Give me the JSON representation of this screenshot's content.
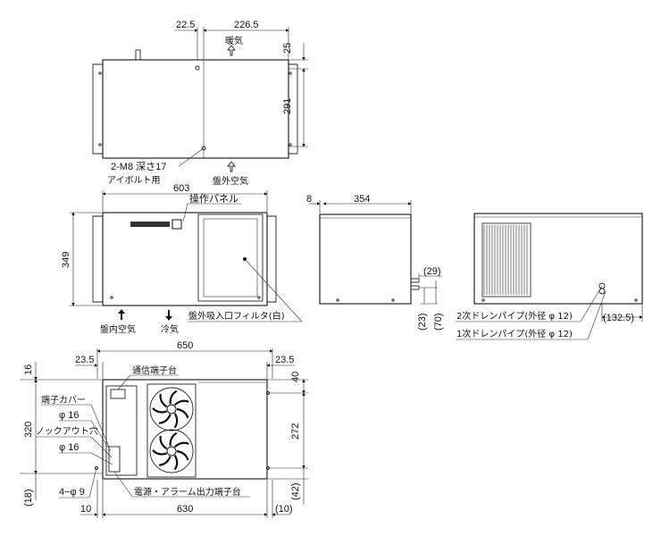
{
  "dims": {
    "top_22_5": "22.5",
    "top_226_5": "226.5",
    "top_25": "25",
    "top_291": "291",
    "front_603": "603",
    "front_349": "349",
    "side_8": "8",
    "side_354": "354",
    "side_29": "(29)",
    "side_23": "(23)",
    "side_70": "(70)",
    "rear_132_5": "(132.5)",
    "bot_650": "650",
    "bot_23_5_left": "23.5",
    "bot_23_5_right": "23.5",
    "bot_16": "16",
    "bot_40": "40",
    "bot_320": "320",
    "bot_272": "272",
    "bot_18": "(18)",
    "bot_42": "(42)",
    "bot_10_left": "10",
    "bot_10_right": "(10)",
    "bot_630": "630"
  },
  "labels": {
    "warm_air": "暖気",
    "outside_air_top": "盤外空気",
    "eyebolt_screw": "2-M8 深さ17",
    "eyebolt_use": "アイボルト用",
    "control_panel": "操作パネル",
    "inside_air": "盤内空気",
    "cold_air": "冷気",
    "filter": "盤外吸入口フィルタ(白)",
    "drain_2": "2次ドレンパイプ(外径 φ 12)",
    "drain_1": "1次ドレンパイプ(外径 φ 12)",
    "comm_terminal": "通信端子台",
    "terminal_cover": "端子カバー",
    "phi16_a": "φ 16",
    "knockout": "ノックアウト穴",
    "phi16_b": "φ 16",
    "holes": "4−φ 9",
    "power_terminal": "電源・アラーム出力端子台"
  }
}
